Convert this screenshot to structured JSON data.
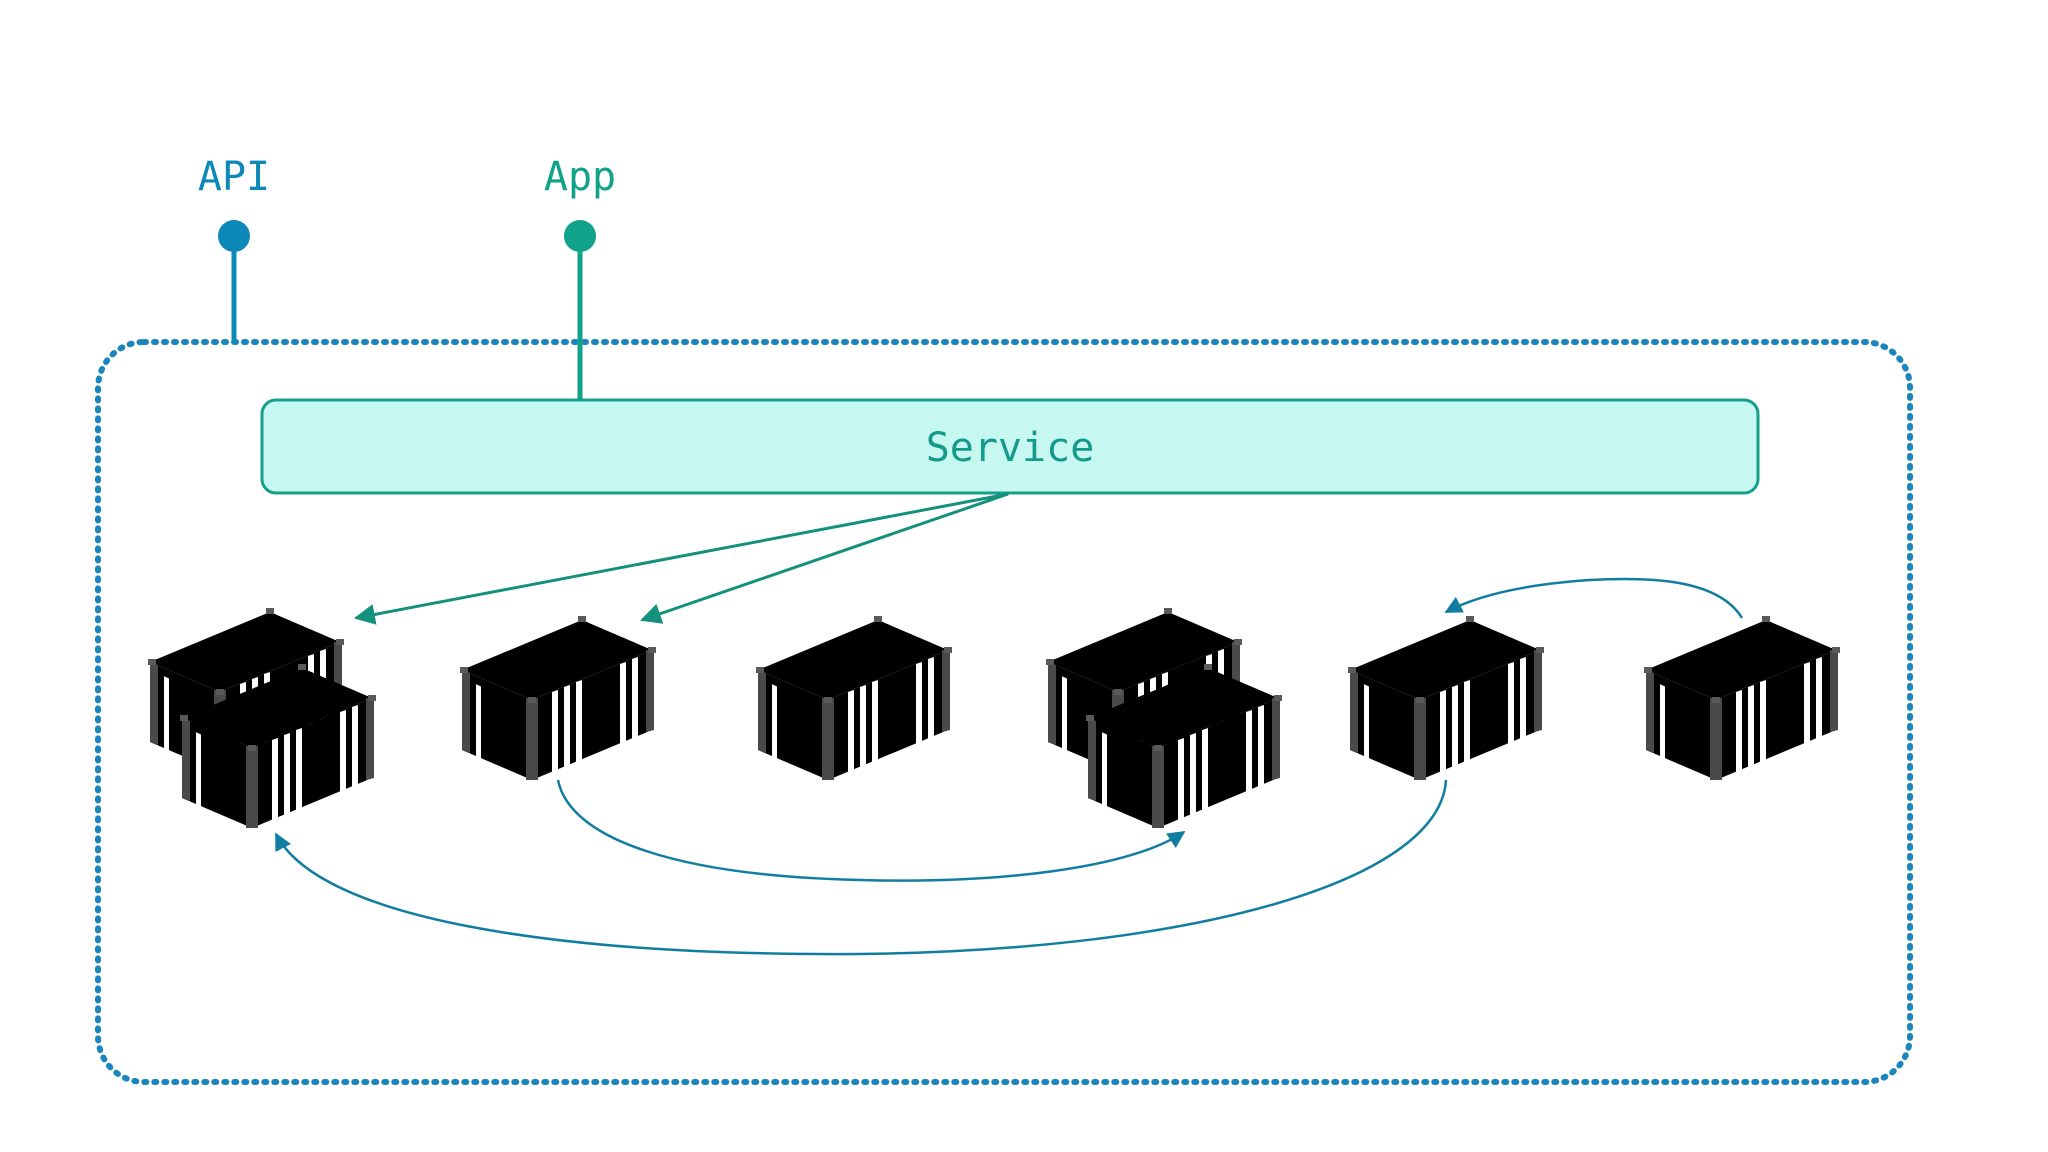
{
  "labels": {
    "api": "API",
    "app": "App",
    "service": "Service"
  },
  "colors": {
    "api": "#0c89b8",
    "app": "#11a28a",
    "service_fill": "#c6f7f1",
    "service_stroke": "#14a08c",
    "service_text": "#139a8a",
    "cluster_border": "#1a86bd",
    "container_blue": "#1772c0",
    "container_blue_top": "#2686d1",
    "container_orange": "#f69824",
    "container_orange_top": "#f8ab46",
    "container_edge": "#4a4a4a",
    "arrow_service": "#14917c",
    "arrow_migration": "#117ea1"
  },
  "containers": [
    {
      "id": "c1",
      "color": "blue"
    },
    {
      "id": "c2",
      "color": "blue"
    },
    {
      "id": "c3",
      "color": "blue"
    },
    {
      "id": "c4",
      "color": "orange"
    },
    {
      "id": "c5",
      "color": "orange"
    },
    {
      "id": "c6",
      "color": "orange"
    },
    {
      "id": "c7",
      "color": "orange"
    },
    {
      "id": "c8",
      "color": "blue"
    }
  ]
}
